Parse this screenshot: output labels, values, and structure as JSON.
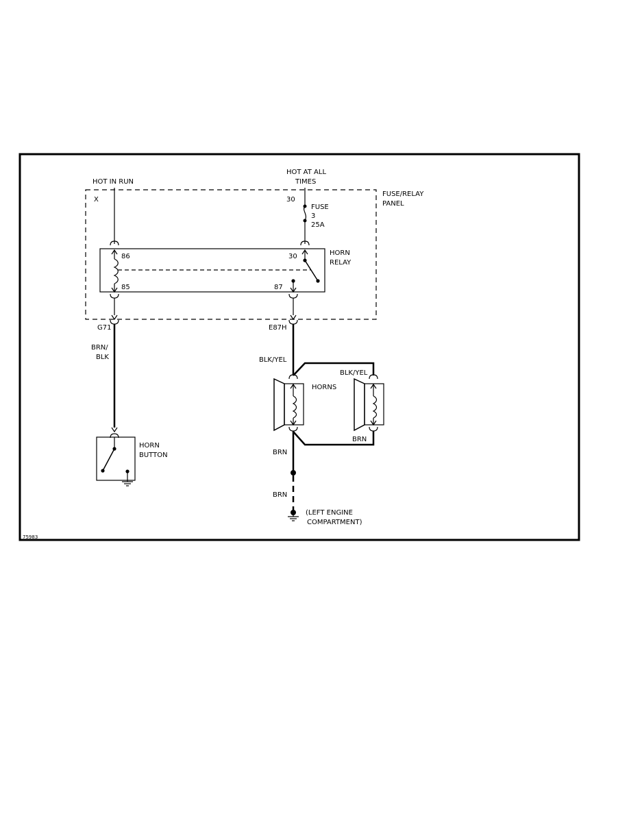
{
  "labels": {
    "hot_in_run": "HOT IN RUN",
    "hot_at_all_1": "HOT AT ALL",
    "hot_at_all_2": "TIMES",
    "x": "X",
    "pin30_top": "30",
    "fuse_1": "FUSE",
    "fuse_2": "3",
    "fuse_3": "25A",
    "panel_1": "FUSE/RELAY",
    "panel_2": "PANEL",
    "relay_1": "HORN",
    "relay_2": "RELAY",
    "pin86": "86",
    "pin30_relay": "30",
    "pin85": "85",
    "pin87": "87",
    "conn_g71": "G71",
    "conn_e87h": "E87H",
    "wire_brn_blk_1": "BRN/",
    "wire_brn_blk_2": "BLK",
    "wire_blk_yel_left": "BLK/YEL",
    "wire_blk_yel_right": "BLK/YEL",
    "horns": "HORNS",
    "wire_brn_right": "BRN",
    "horn_button_1": "HORN",
    "horn_button_2": "BUTTON",
    "wire_brn_1": "BRN",
    "wire_brn_2": "BRN",
    "ground_1": "(LEFT ENGINE",
    "ground_2": "COMPARTMENT)",
    "figure_id": "75983"
  },
  "colors": {
    "ink": "#000000",
    "background": "#ffffff"
  }
}
